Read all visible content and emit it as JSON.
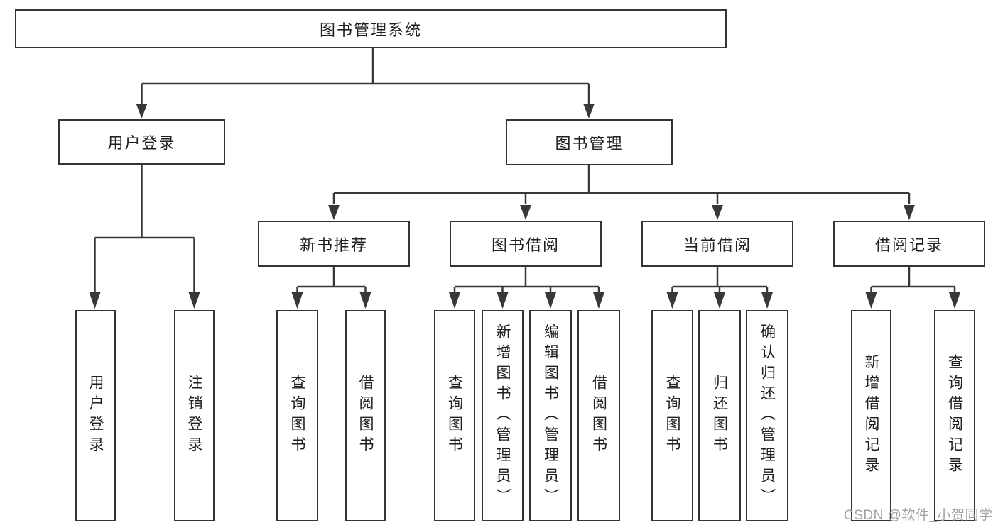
{
  "diagram_type": "hierarchy-tree",
  "colors": {
    "line": "#383838",
    "box_border": "#343434",
    "text": "#1f1f1f",
    "background": "#ffffff",
    "watermark": "#9e9898"
  },
  "tree": {
    "root": "图书管理系统",
    "login": {
      "label": "用户登录",
      "children": [
        "用户登录",
        "注销登录"
      ]
    },
    "mgmt": {
      "label": "图书管理",
      "groups": [
        {
          "label": "新书推荐",
          "children": [
            "查询图书",
            "借阅图书"
          ]
        },
        {
          "label": "图书借阅",
          "children": [
            "查询图书",
            "新增图书（管理员）",
            "编辑图书（管理员）",
            "借阅图书"
          ]
        },
        {
          "label": "当前借阅",
          "children": [
            "查询图书",
            "归还图书",
            "确认归还（管理员）"
          ]
        },
        {
          "label": "借阅记录",
          "children": [
            "新增借阅记录",
            "查询借阅记录"
          ]
        }
      ]
    }
  },
  "watermark": {
    "text": "CSDN @软件_小贺同学"
  }
}
